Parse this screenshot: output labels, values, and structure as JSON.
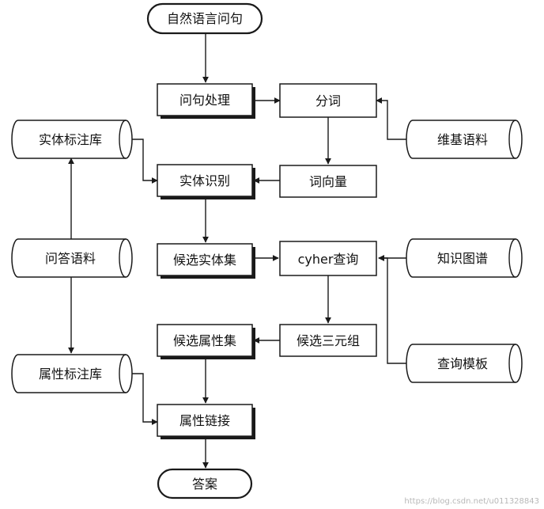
{
  "nodes": {
    "start": "自然语言问句",
    "question_processing": "问句处理",
    "word_segmentation": "分词",
    "wiki_corpus": "维基语料",
    "entity_annotation_lib": "实体标注库",
    "entity_recognition": "实体识别",
    "word_vector": "词向量",
    "qa_corpus": "问答语料",
    "candidate_entity_set": "候选实体集",
    "cypher_query": "cyher查询",
    "knowledge_graph": "知识图谱",
    "candidate_triples": "候选三元组",
    "candidate_attribute_set": "候选属性集",
    "query_template": "查询模板",
    "attribute_annotation_lib": "属性标注库",
    "attribute_linking": "属性链接",
    "answer": "答案"
  },
  "watermark": "https://blog.csdn.net/u011328843"
}
